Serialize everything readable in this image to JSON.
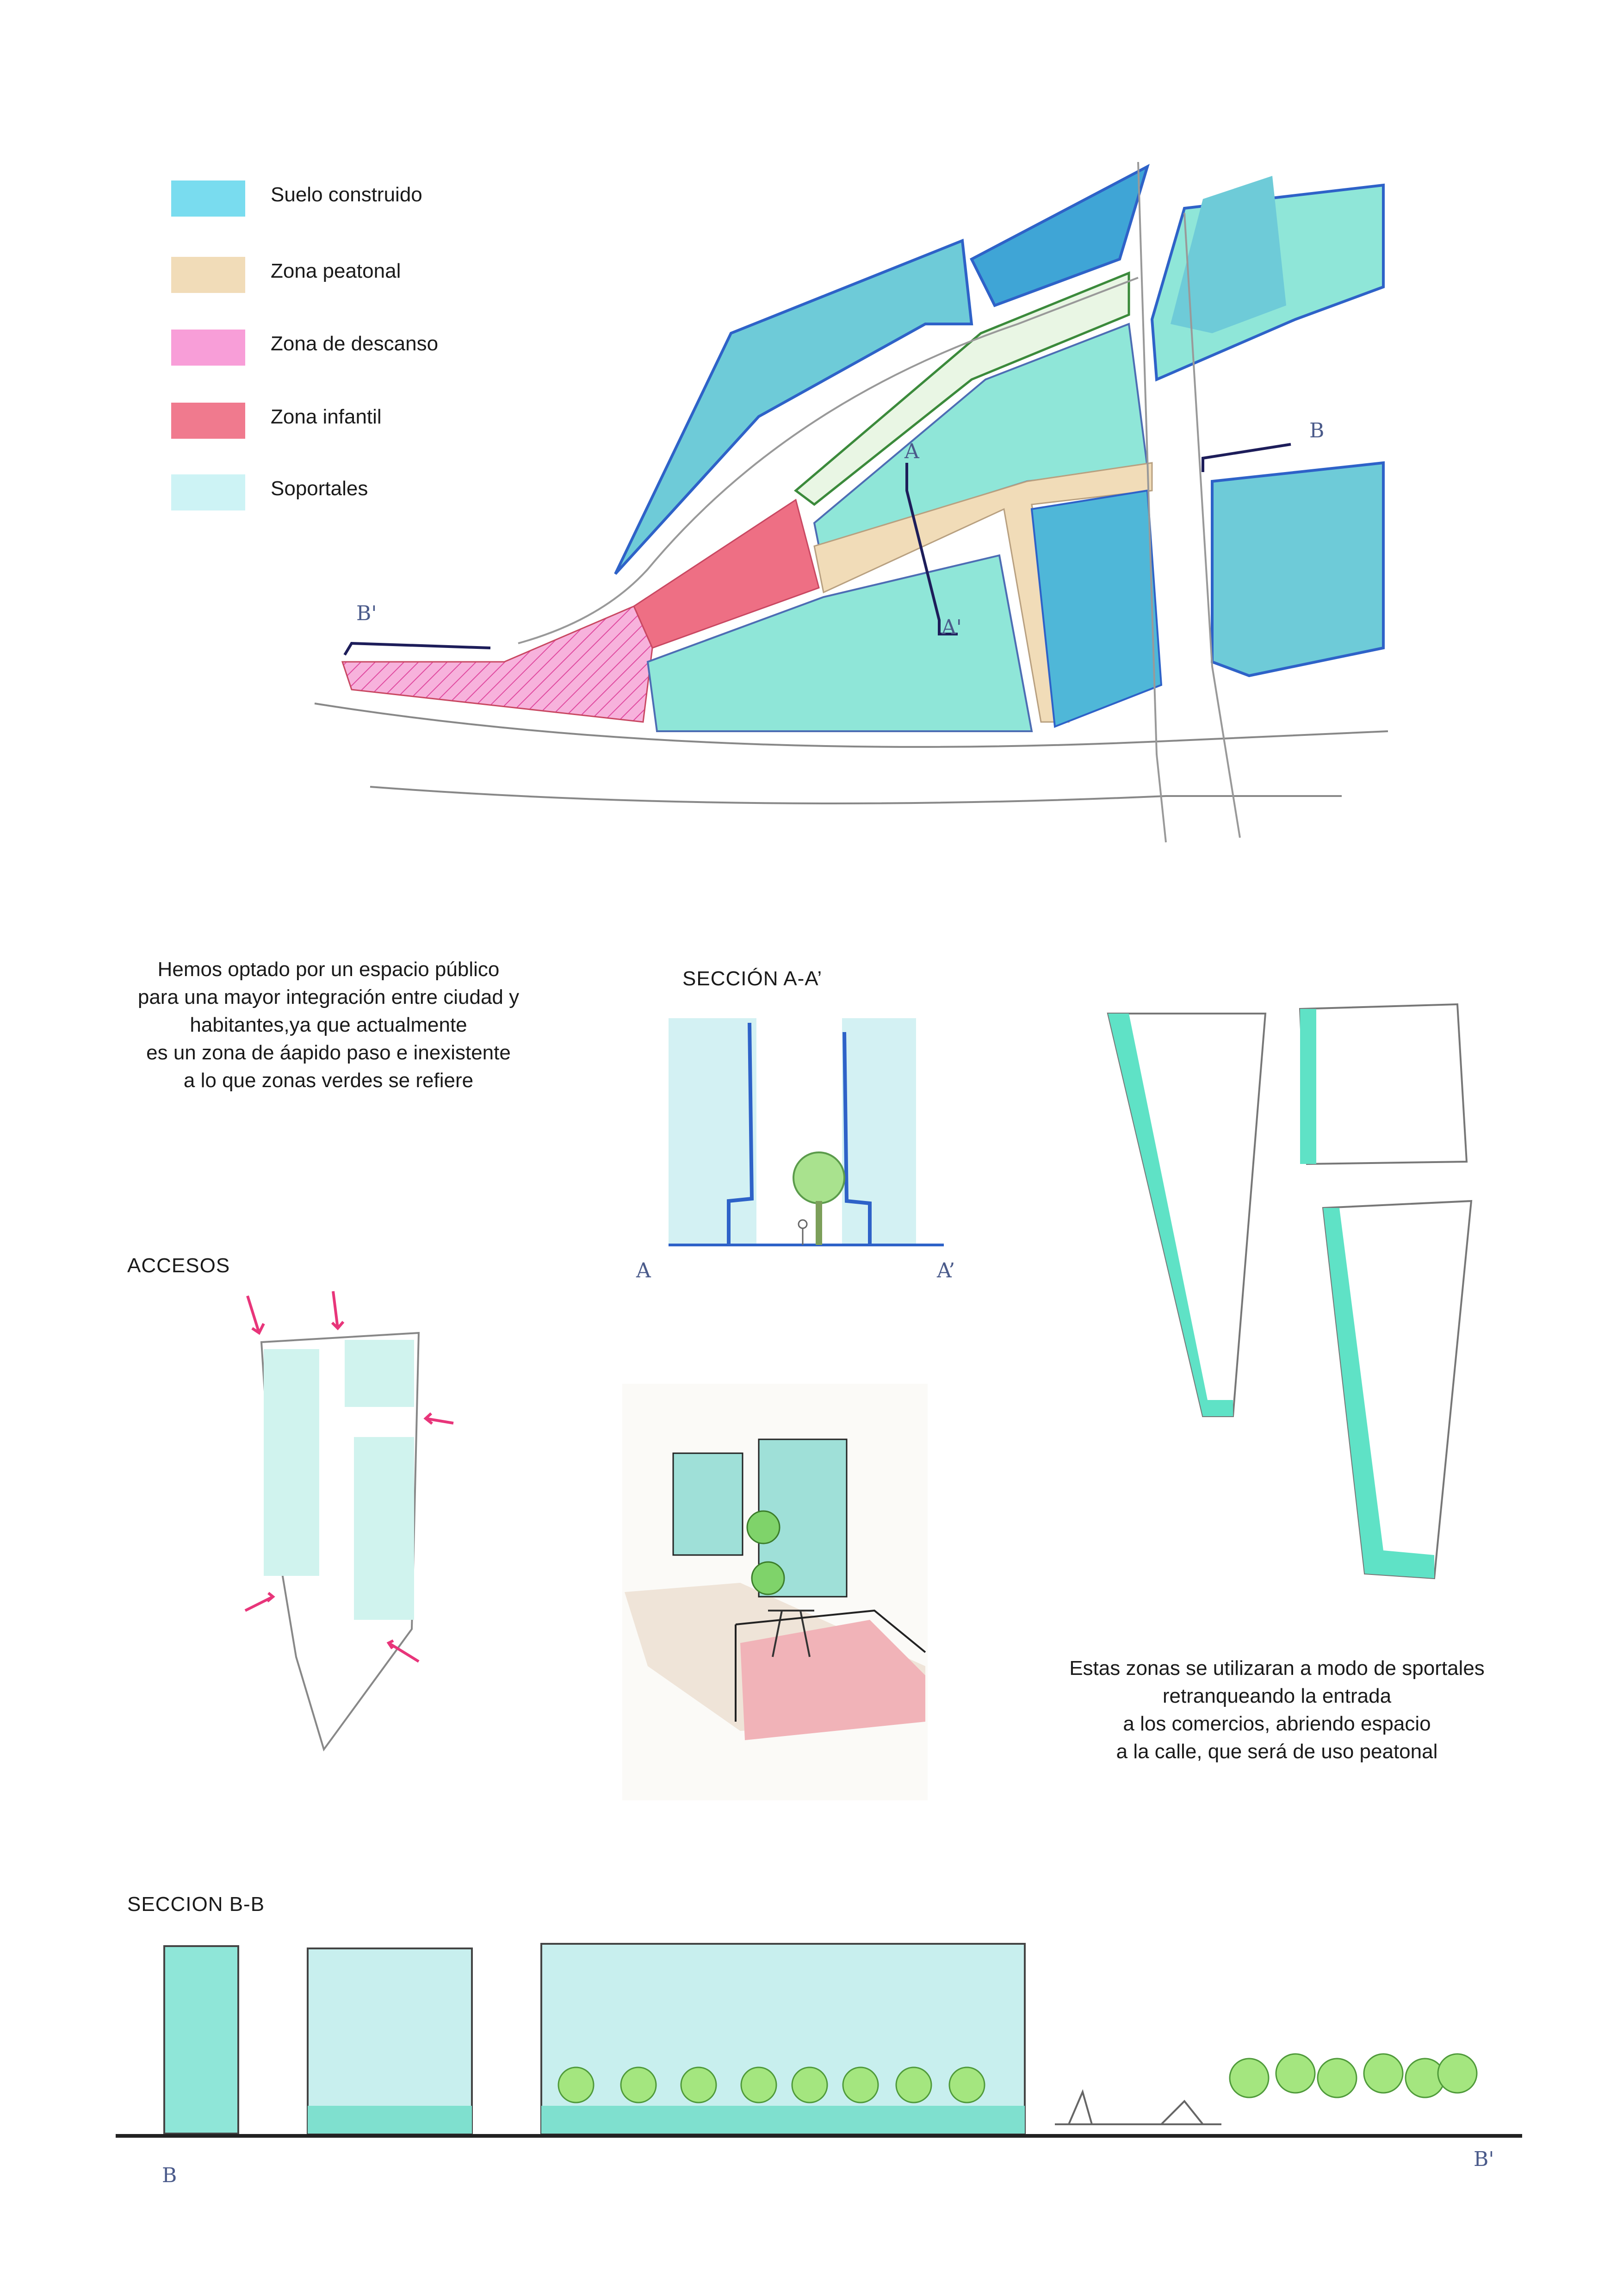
{
  "legend": {
    "items": [
      {
        "label": "Suelo construido",
        "color": "#79dcef"
      },
      {
        "label": "Zona peatonal",
        "color": "#f1dcb8"
      },
      {
        "label": "Zona de descanso",
        "color": "#f89ed8"
      },
      {
        "label": "Zona infantil",
        "color": "#f07a8e"
      },
      {
        "label": "Soportales",
        "color": "#cdf3f5"
      }
    ]
  },
  "plan": {
    "section_a": "A",
    "section_a_prime": "A'",
    "section_b": "B",
    "section_b_prime": "B'"
  },
  "intro_text": [
    "Hemos optado por un espacio público",
    "para una mayor  integración entre ciudad y",
    "habitantes,ya que actualmente",
    "es un zona de áapido paso e inexistente",
    "a lo que zonas verdes se refiere"
  ],
  "section_aa": {
    "title": "SECCIÓN A-A’",
    "left_label": "A",
    "right_label": "A’"
  },
  "accesos": {
    "title": "ACCESOS"
  },
  "soportales_text": [
    "Estas zonas se utilizaran a modo de sportales",
    "retranqueando la entrada",
    "a los comercios, abriendo espacio",
    "a la calle, que será de uso peatonal"
  ],
  "section_bb": {
    "title": "SECCION B-B",
    "left_label": "B",
    "right_label": "B'"
  },
  "colors": {
    "building": "#8fe6d8",
    "building_dark": "#3aa8d8",
    "pedestrian": "#f1dcb8",
    "rest": "#f89ed8",
    "children": "#ee6f84",
    "arcade": "#cdf3f5",
    "tree": "#7fd36a",
    "arrow": "#e8357a"
  }
}
